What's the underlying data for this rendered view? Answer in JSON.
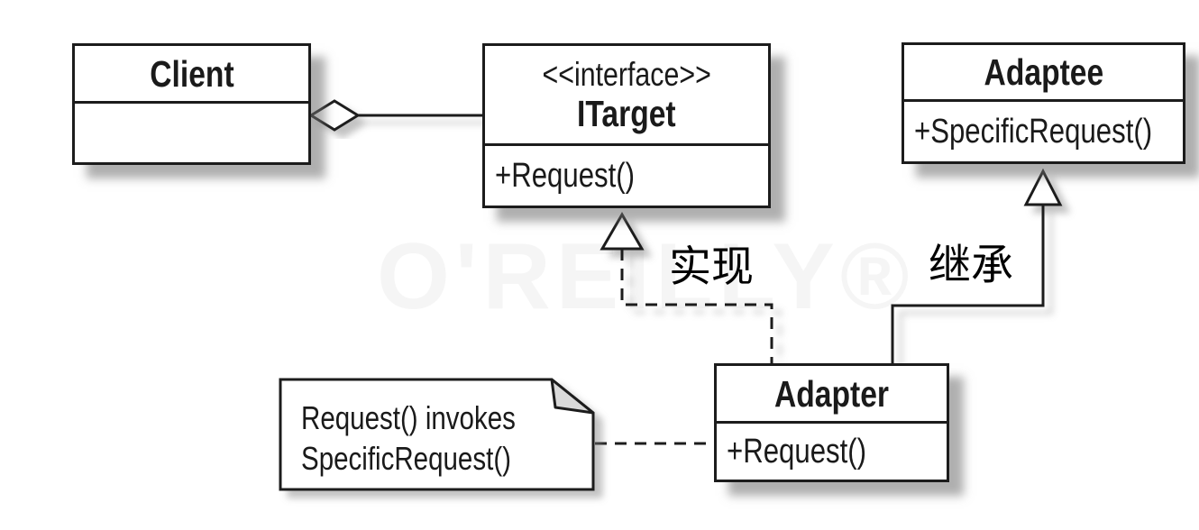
{
  "diagram": {
    "type": "uml-class-diagram",
    "pattern": "Adapter",
    "watermark": "O'REILLY®",
    "classes": [
      {
        "id": "client",
        "stereotype": "",
        "name": "Client",
        "methods": []
      },
      {
        "id": "itarget",
        "stereotype": "<<interface>>",
        "name": "ITarget",
        "methods": [
          "+Request()"
        ]
      },
      {
        "id": "adaptee",
        "stereotype": "",
        "name": "Adaptee",
        "methods": [
          "+SpecificRequest()"
        ]
      },
      {
        "id": "adapter",
        "stereotype": "",
        "name": "Adapter",
        "methods": [
          "+Request()"
        ]
      }
    ],
    "note": {
      "lines": [
        "Request() invokes",
        "SpecificRequest()"
      ]
    },
    "labels": {
      "realization": "实现",
      "inheritance": "继承"
    },
    "relationships": [
      {
        "type": "aggregation",
        "from": "Client",
        "to": "ITarget",
        "label": ""
      },
      {
        "type": "realization",
        "from": "Adapter",
        "to": "ITarget",
        "label": "实现"
      },
      {
        "type": "inheritance",
        "from": "Adapter",
        "to": "Adaptee",
        "label": "继承"
      },
      {
        "type": "note-anchor",
        "from": "note",
        "to": "Adapter",
        "label": ""
      }
    ]
  },
  "colors": {
    "line": "#1c1c1c",
    "background": "#ffffff",
    "note_fold": "#d9d9d9",
    "shadow": "#6e6e6e"
  }
}
